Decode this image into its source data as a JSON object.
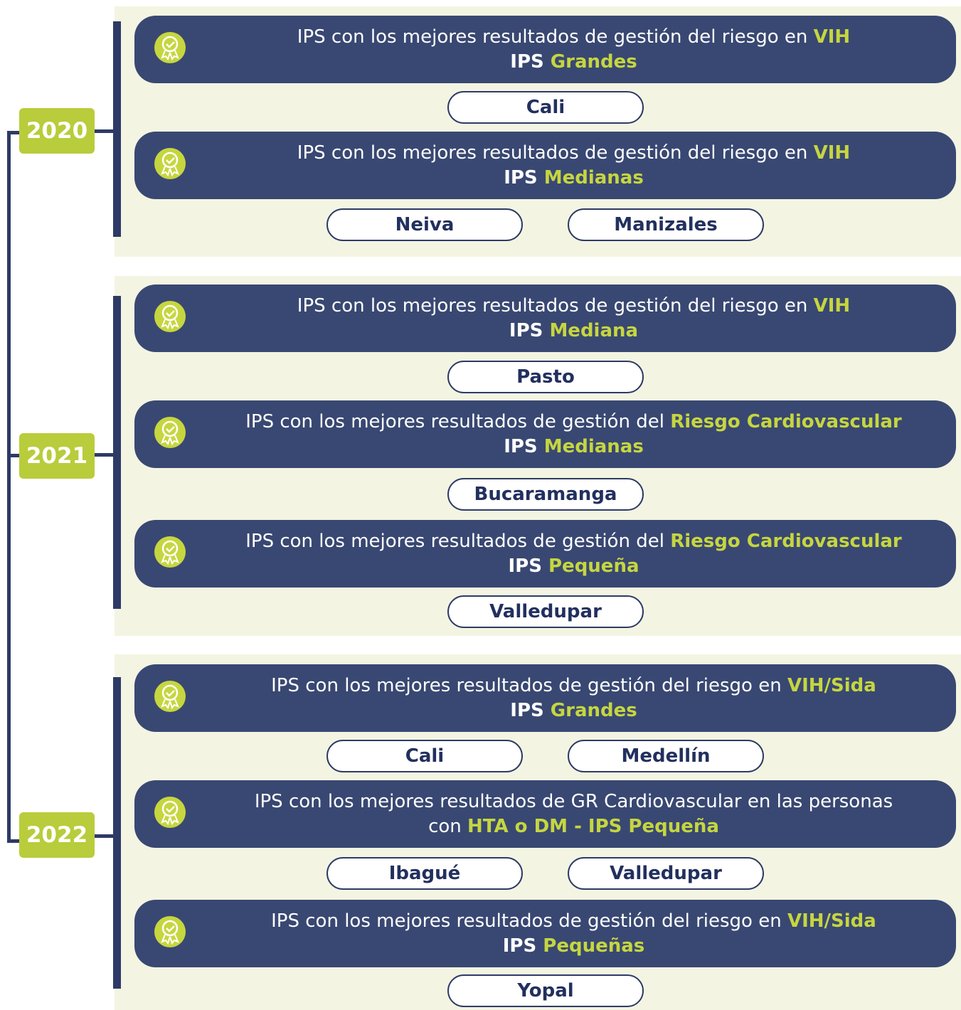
{
  "years": [
    {
      "label": "2020",
      "awards": [
        {
          "line1_pre": "IPS con los mejores resultados de gestión del riesgo en ",
          "line1_hl": "VIH",
          "line2_pre": "IPS ",
          "line2_hl": "Grandes",
          "cities": [
            "Cali"
          ]
        },
        {
          "line1_pre": "IPS con los mejores resultados de gestión del riesgo en ",
          "line1_hl": "VIH",
          "line2_pre": "IPS ",
          "line2_hl": "Medianas",
          "cities": [
            "Neiva",
            "Manizales"
          ]
        }
      ]
    },
    {
      "label": "2021",
      "awards": [
        {
          "line1_pre": "IPS con los mejores resultados de gestión del riesgo en ",
          "line1_hl": "VIH",
          "line2_pre": "IPS ",
          "line2_hl": "Mediana",
          "cities": [
            "Pasto"
          ]
        },
        {
          "line1_pre": "IPS con los mejores resultados de gestión del ",
          "line1_hl": "Riesgo Cardiovascular",
          "line2_pre": "IPS ",
          "line2_hl": "Medianas",
          "cities": [
            "Bucaramanga"
          ]
        },
        {
          "line1_pre": "IPS con los mejores resultados de gestión del ",
          "line1_hl": "Riesgo Cardiovascular",
          "line2_pre": "IPS ",
          "line2_hl": "Pequeña",
          "cities": [
            "Valledupar"
          ]
        }
      ]
    },
    {
      "label": "2022",
      "awards": [
        {
          "line1_pre": "IPS con los mejores resultados de gestión del riesgo en ",
          "line1_hl": "VIH/Sida",
          "line2_pre": "IPS ",
          "line2_hl": "Grandes",
          "cities": [
            "Cali",
            "Medellín"
          ]
        },
        {
          "line1_pre": "IPS con los mejores resultados de GR Cardiovascular en las personas",
          "line1_hl": "",
          "line2_pre": "con ",
          "line2_hl": "HTA o DM - IPS Pequeña",
          "cities": [
            "Ibagué",
            "Valledupar"
          ]
        },
        {
          "line1_pre": "IPS con los mejores resultados de gestión del riesgo en ",
          "line1_hl": "VIH/Sida",
          "line2_pre": "IPS ",
          "line2_hl": "Pequeñas",
          "cities": [
            "Yopal"
          ]
        }
      ]
    }
  ],
  "icon_name": "award-badge-icon",
  "colors": {
    "navy": "#394872",
    "lime": "#c6d63f",
    "panel": "#f3f5e2",
    "line": "#2e3a66"
  }
}
